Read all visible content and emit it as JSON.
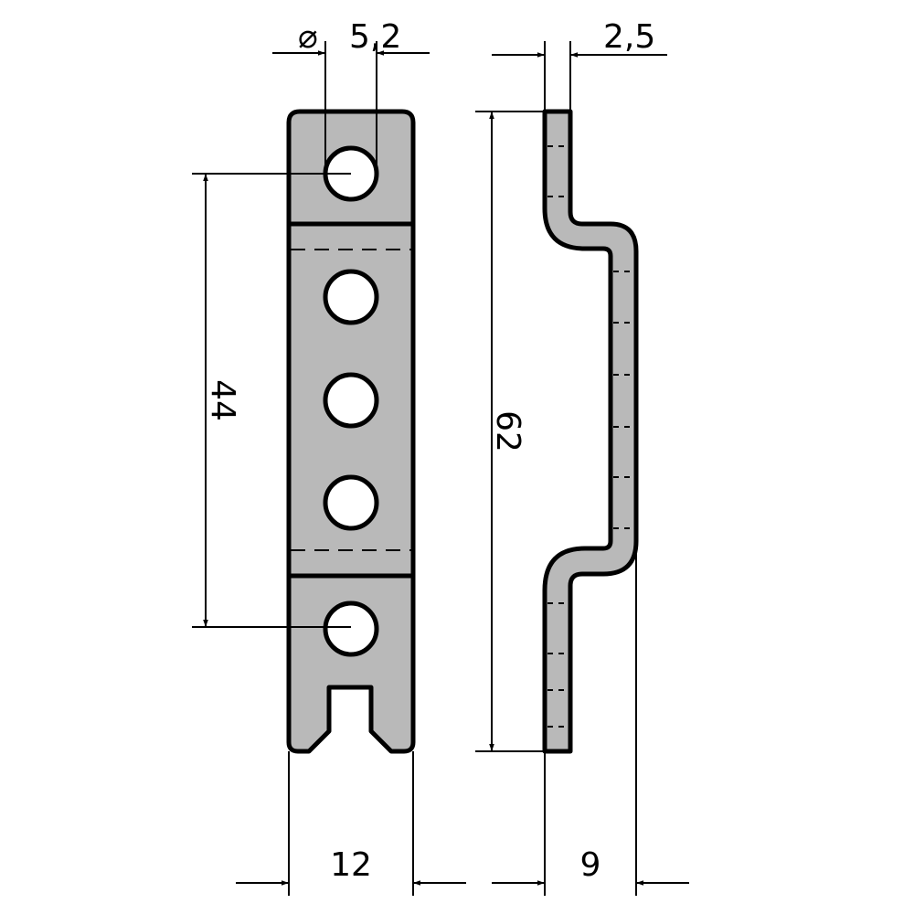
{
  "drawing": {
    "part_fill": "#b9b9b9",
    "line_color": "#000000",
    "dimensions": {
      "hole_diameter_symbol": "⌀",
      "hole_diameter": "5,2",
      "thickness": "2,5",
      "hole_spacing": "44",
      "overall_length": "62",
      "width": "12",
      "depth": "9"
    }
  }
}
